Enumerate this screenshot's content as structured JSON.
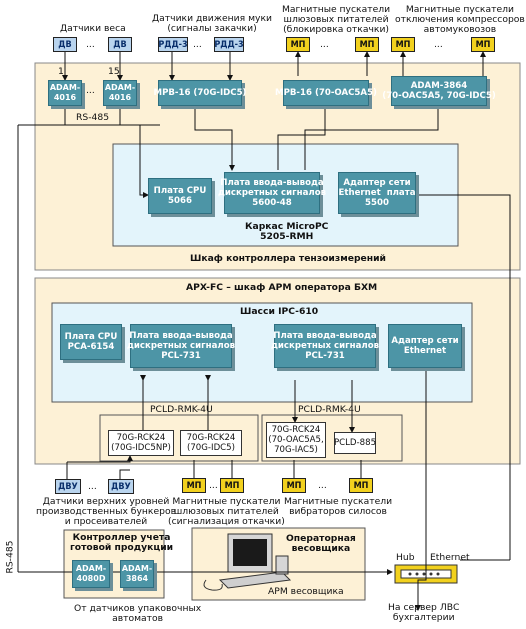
{
  "sensors": {
    "weight_caption": "Датчики веса",
    "flour_caption": "Датчики движения муки\n(сигналы закачки)",
    "gate_caption": "Магнитные пускатели\nшлюзовых питателей\n(блокировка откачки)",
    "compressor_caption": "Магнитные пускатели\nотключения компрессоров\nавтомуковозов",
    "dv_label": "ДВ",
    "rdd_label": "РДД-3",
    "mp_label": "МП",
    "dvu_label": "ДВУ",
    "dots": "...",
    "num_1": "1",
    "num_15": "15"
  },
  "top_cabinet": {
    "adam4016_a": "ADAM-\n4016",
    "adam4016_b": "ADAM-\n4016",
    "mpb16_idc": "MPB-16 (70G-IDC5)",
    "mpb16_oac": "MPB-16 (70-OAC5A5)",
    "adam3864": "ADAM-3864\n(70-OAC5A5, 70G-IDC5)",
    "rs485": "RS-485",
    "cpu_board": "Плата CPU\n5066",
    "io_board": "Плата ввода-вывода\nдискретных сигналов\n5600-48",
    "net_adapter": "Адаптер сети\nEthernet  плата\n5500",
    "frame_label": "Каркас MicroPC\n5205-RMH",
    "cabinet_label": "Шкаф контроллера тензоизмерений"
  },
  "bottom_cabinet": {
    "title": "APX-FC – шкаф АРМ оператора БХМ",
    "chassis": "Шасси IPC-610",
    "cpu": "Плата CPU\nPCA-6154",
    "io1": "Плата ввода-вывода\nдискретных сигналов\nPCL-731",
    "io2": "Плата ввода-вывода\nдискретных сигналов\nPCL-731",
    "net": "Адаптер сети\nEthernet",
    "rmk_a": "PCLD-RMK-4U",
    "rmk_b": "PCLD-RMK-4U",
    "rck_a": "70G-RCK24\n(70G-IDC5NP)",
    "rck_b": "70G-RCK24\n(70G-IDC5)",
    "rck_c": "70G-RCK24\n(70-OAC5A5,\n70G-IAC5)",
    "pcld885": "PCLD-885"
  },
  "captions": {
    "levels": "Датчики верхних уровней\nпроизводственных бункеров\nи просеивателей",
    "gate_signal": "Магнитные пускатели\nшлюзовых питателей\n(сигнализация откачки)",
    "vibrators": "Магнитные пускатели\nвибраторов силосов",
    "rs485_side": "RS-485",
    "product_ctrl": "Контроллер учета\nготовой продукции",
    "adam4080": "ADAM-\n4080D",
    "adam3864b": "ADAM-\n3864",
    "from_counters": "От датчиков упаковочных\nавтоматов",
    "operator": "Операторная\nвесовщика",
    "arm": "АРМ весовщика",
    "hub": "Hub",
    "ethernet": "Ethernet",
    "to_server": "На сервер ЛВС\nбухгалтерии"
  },
  "colors": {
    "cabinet_fill": "#fdf1d6",
    "frame_fill": "#e3f4fb",
    "teal_box": "#4d95a6",
    "sensor_blue": "#b9d4ee",
    "starter_yellow": "#f2d11e"
  }
}
